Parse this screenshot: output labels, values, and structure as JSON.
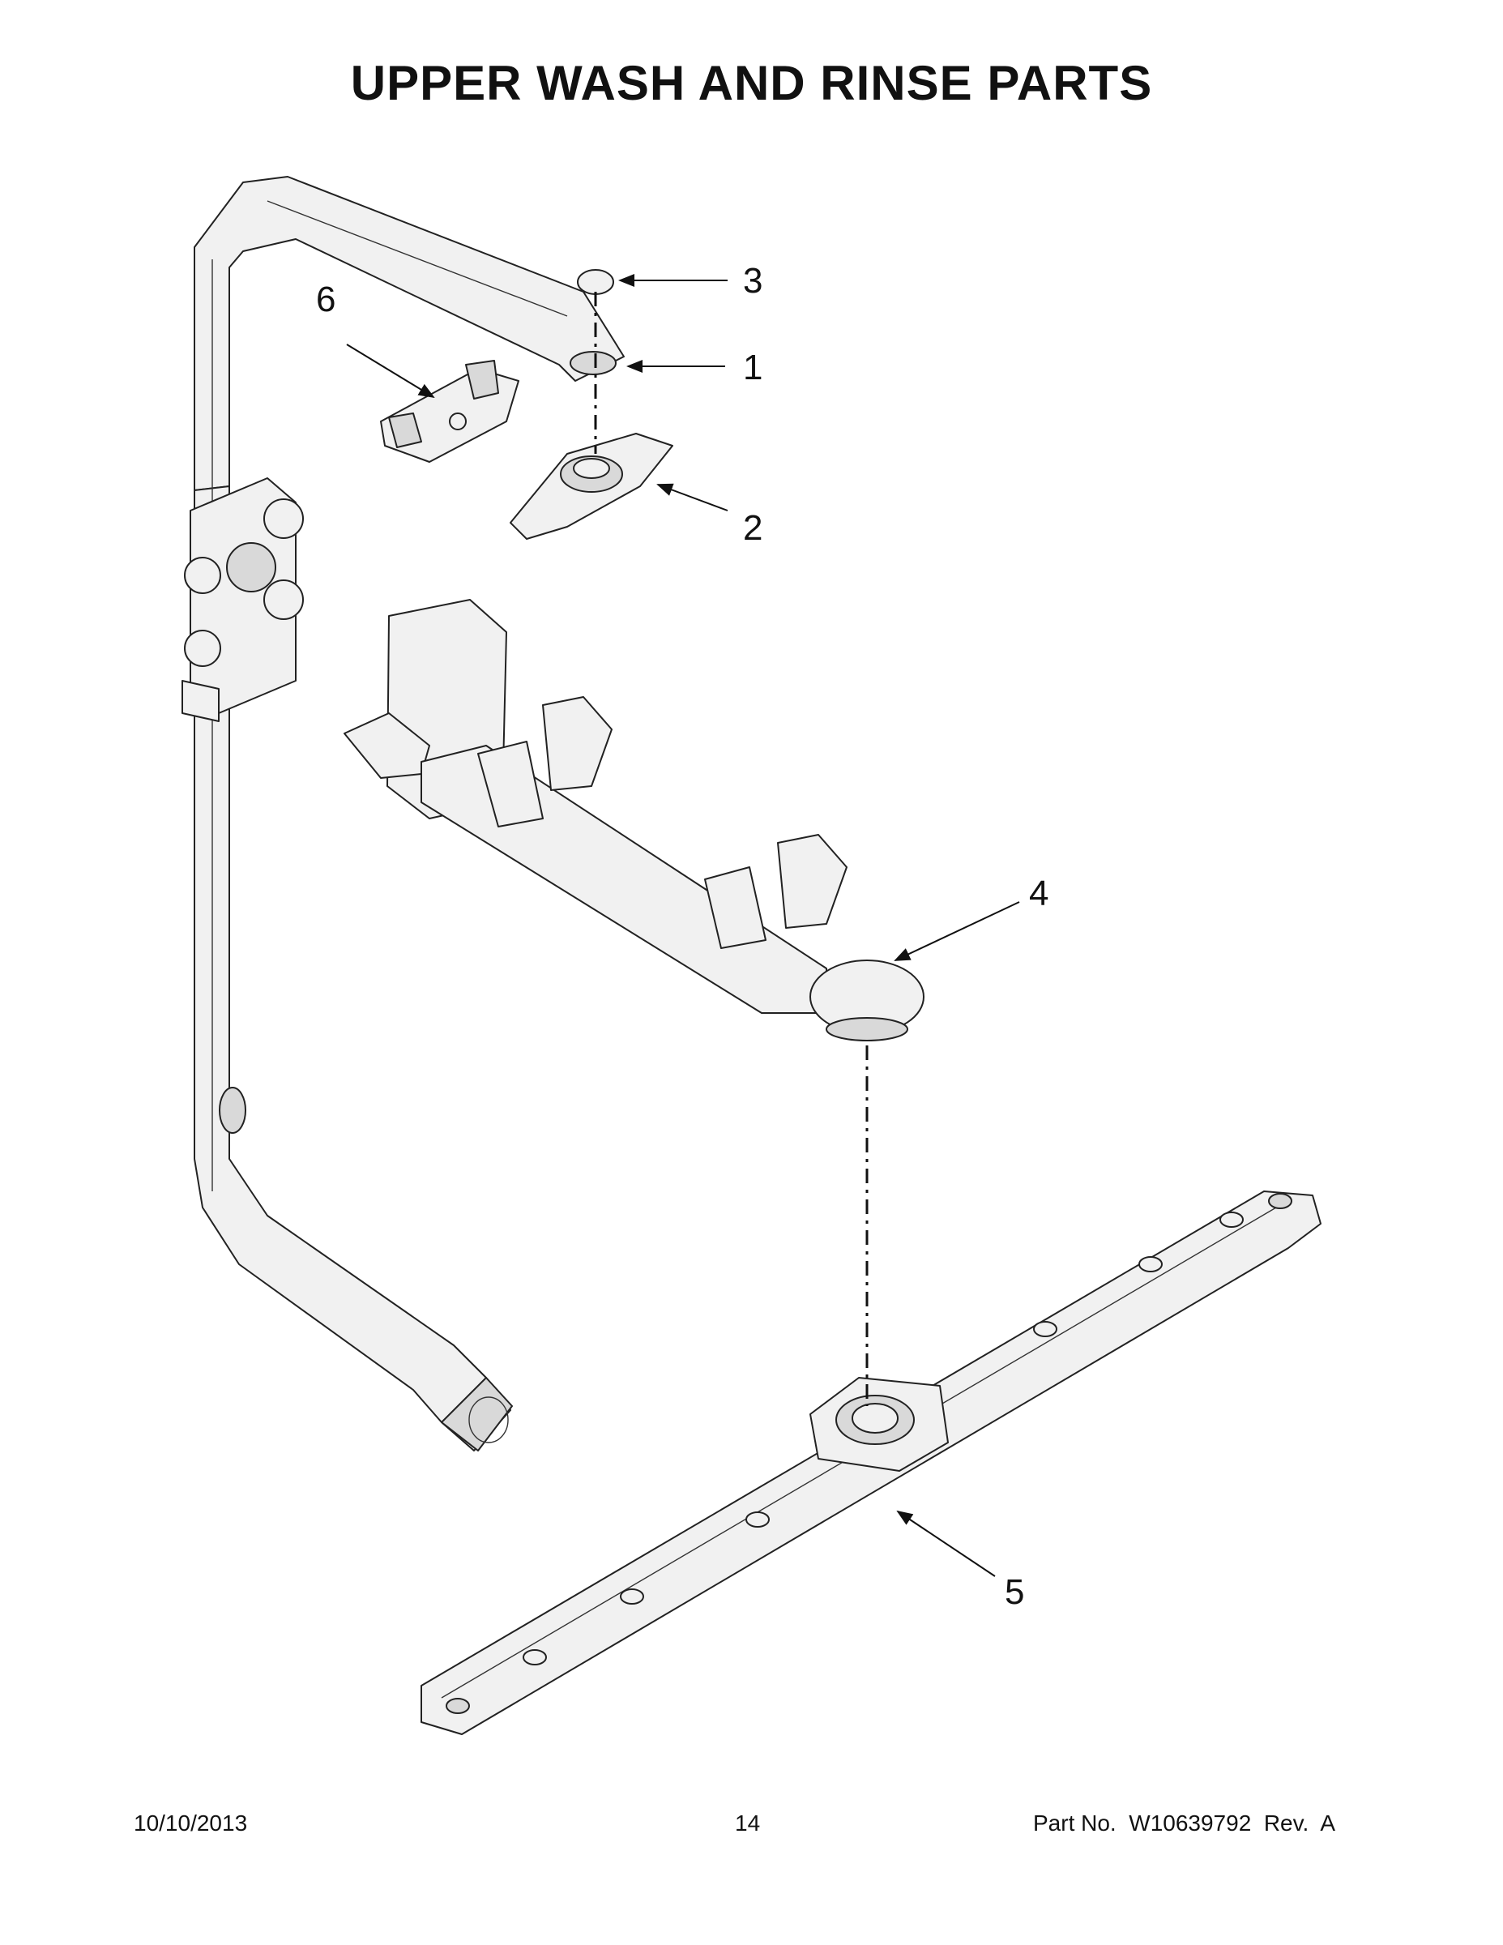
{
  "page": {
    "title": "UPPER WASH AND RINSE PARTS"
  },
  "callouts": [
    {
      "id": "c1",
      "label": "1"
    },
    {
      "id": "c2",
      "label": "2"
    },
    {
      "id": "c3",
      "label": "3"
    },
    {
      "id": "c4",
      "label": "4"
    },
    {
      "id": "c5",
      "label": "5"
    },
    {
      "id": "c6",
      "label": "6"
    }
  ],
  "footer": {
    "date": "10/10/2013",
    "page_number": "14",
    "part_number": "Part No.  W10639792  Rev.  A"
  }
}
